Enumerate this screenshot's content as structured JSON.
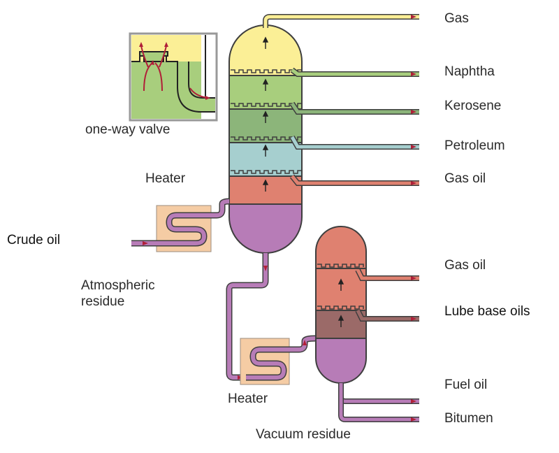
{
  "labels": {
    "crude_oil": "Crude oil",
    "heater_top": "Heater",
    "heater_bottom": "Heater",
    "one_way_valve": "one-way valve",
    "atmospheric_residue_line1": "Atmospheric",
    "atmospheric_residue_line2": "residue",
    "vacuum_residue": "Vacuum residue"
  },
  "products_column1": [
    "Gas",
    "Naphtha",
    "Kerosene",
    "Petroleum",
    "Gas oil"
  ],
  "products_column2": [
    "Gas oil",
    "Lube base oils",
    "Fuel oil",
    "Bitumen"
  ],
  "colors": {
    "gas": "#fbef96",
    "naphtha": "#a8ce7d",
    "kerosene": "#8cb57a",
    "petroleum": "#a6cfcf",
    "gas_oil": "#df8170",
    "residue": "#b77cb7",
    "lube": "#9b6a68",
    "heater": "#f5cca4",
    "pipe_outline": "#3e3e3e",
    "arrow": "#b01f38"
  }
}
